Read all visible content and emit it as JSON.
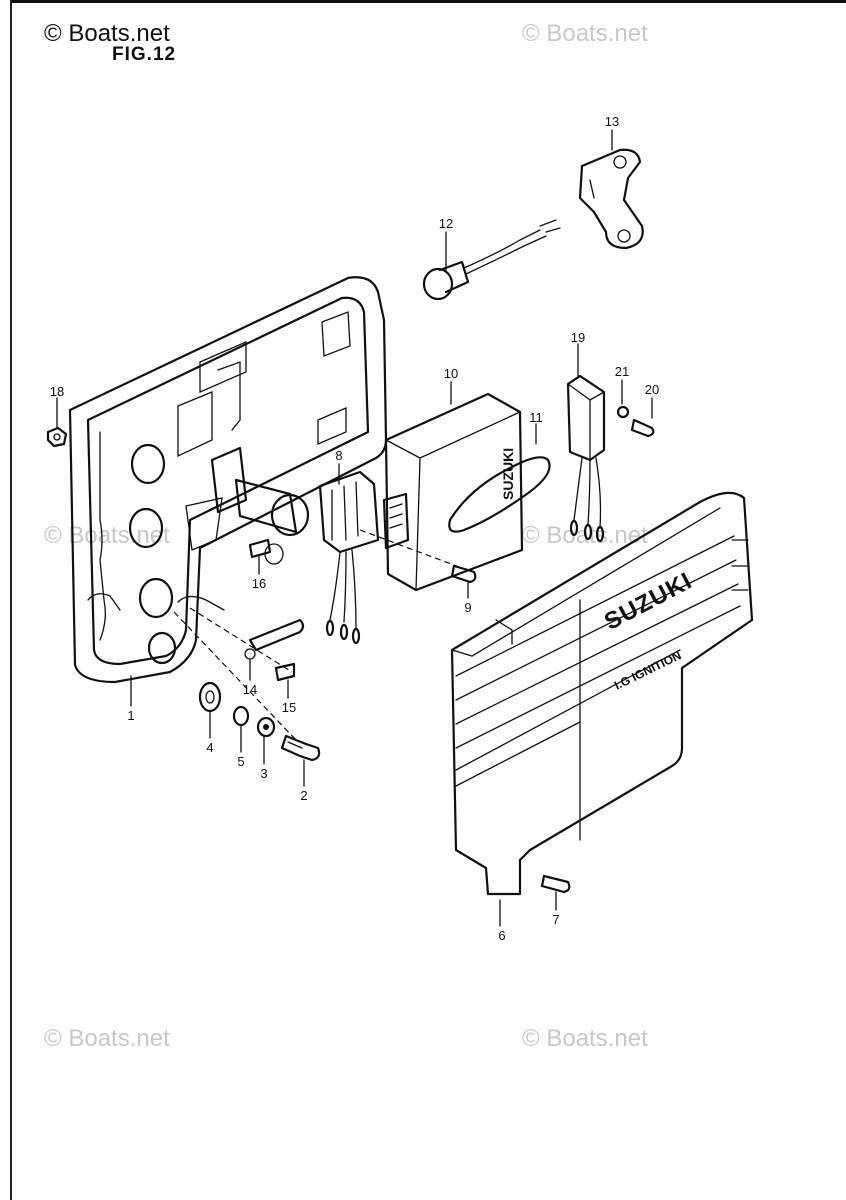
{
  "header": {
    "brand": "© Boats.net",
    "figure_label": "FIG.12"
  },
  "watermarks": [
    "© Boats.net",
    "© Boats.net",
    "© Boats.net",
    "© Boats.net",
    "© Boats.net"
  ],
  "cover_text": {
    "brand": "SUZUKI",
    "subtitle": "I.G IGNITION"
  },
  "module_text": "SUZUKI",
  "callouts": [
    "1",
    "2",
    "3",
    "4",
    "5",
    "6",
    "7",
    "8",
    "9",
    "10",
    "11",
    "12",
    "13",
    "14",
    "15",
    "16",
    "18",
    "19",
    "20",
    "21"
  ]
}
